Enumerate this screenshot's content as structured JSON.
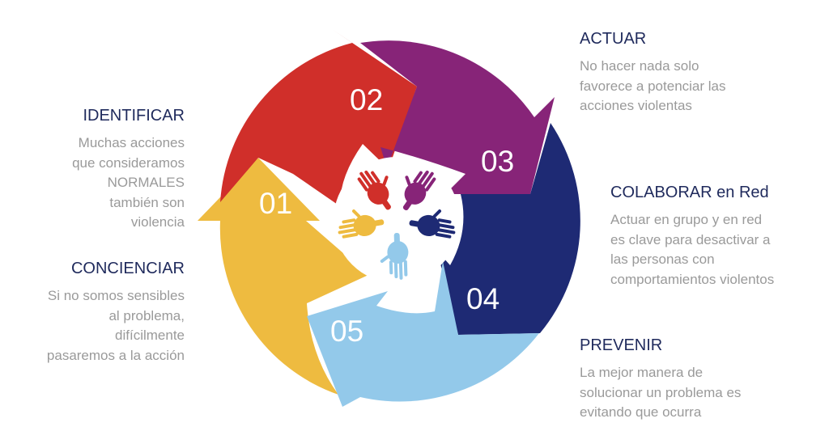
{
  "colors": {
    "step_01": "#eebb40",
    "step_02": "#d02f2a",
    "step_03": "#872478",
    "step_04": "#1e2a74",
    "step_05": "#93c9ea",
    "title": "#1f2a5c",
    "description": "#9a9a9a"
  },
  "icons": [
    "hands-icon"
  ],
  "steps": [
    {
      "number": "01",
      "title": "IDENTIFICAR",
      "description": "Muchas acciones\nque consideramos\nNORMALES\ntambién son\nviolencia"
    },
    {
      "number": "02",
      "title": "ACTUAR",
      "description": "No hacer nada solo\nfavorece a potenciar las\nacciones violentas"
    },
    {
      "number": "03",
      "title": "COLABORAR en Red",
      "description": "Actuar en grupo y en red\nes clave para desactivar a\nlas personas con\ncomportamientos violentos"
    },
    {
      "number": "04",
      "title": "PREVENIR",
      "description": "La mejor manera de\nsolucionar un problema es\nevitando que ocurra"
    },
    {
      "number": "05",
      "title": "CONCIENCIAR",
      "description": "Si no somos sensibles\nal problema,\ndifícilmente\npasaremos a la acción"
    }
  ]
}
